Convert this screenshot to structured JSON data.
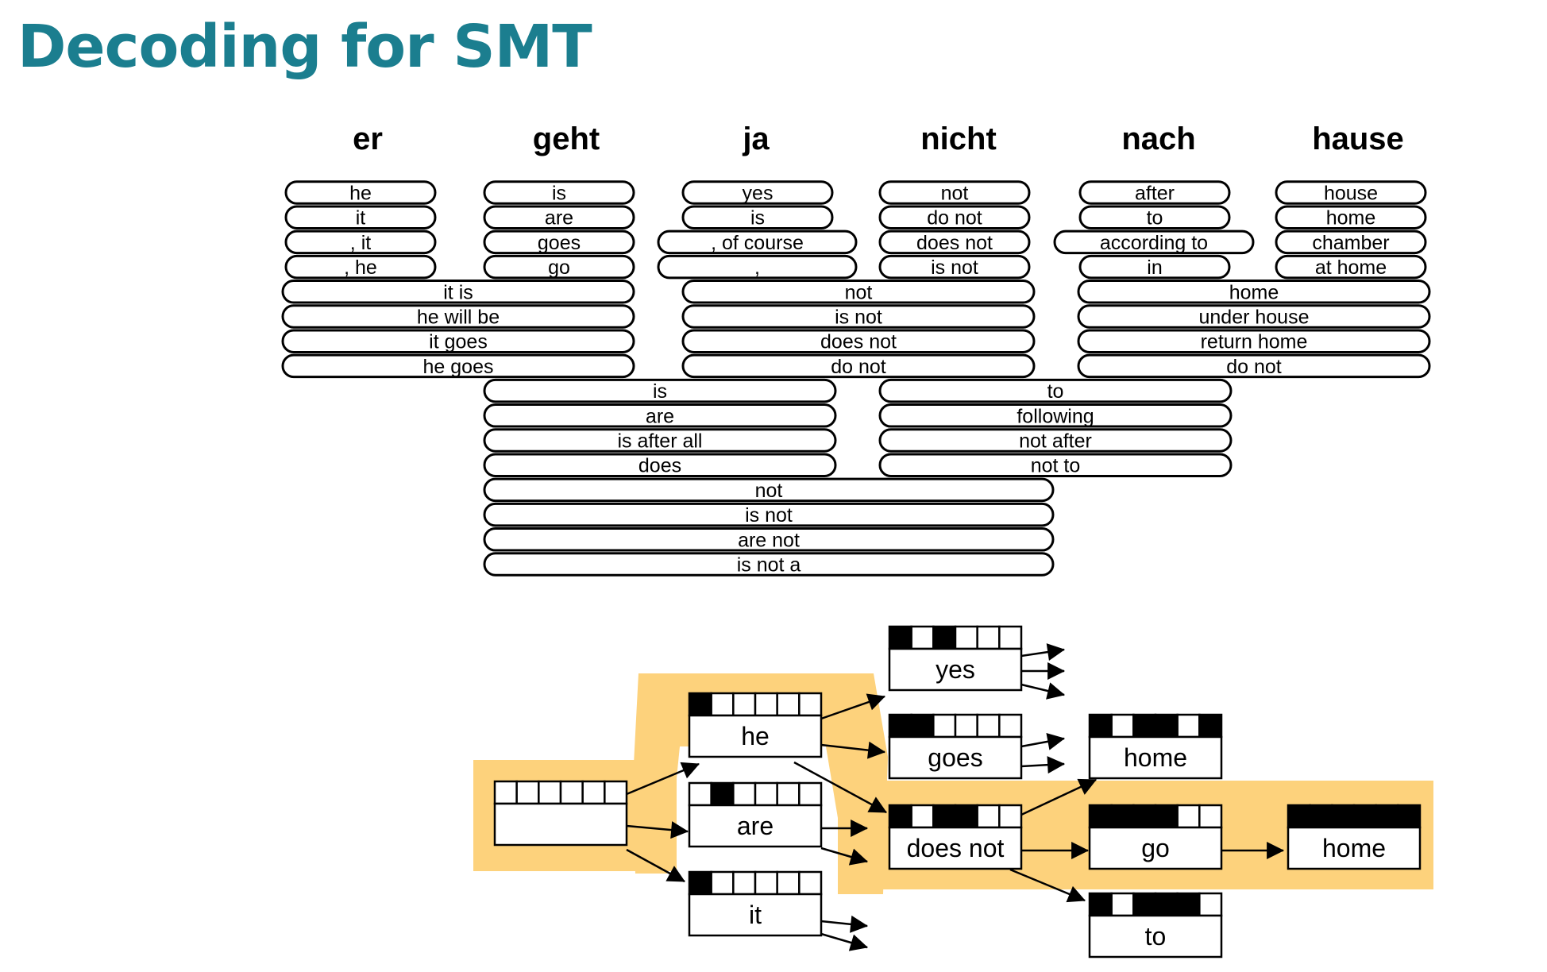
{
  "title": "Decoding for SMT",
  "colors": {
    "title": "#1b7e8f",
    "highlight": "#fdd27c",
    "ink": "#000000"
  },
  "source_words": [
    "er",
    "geht",
    "ja",
    "nicht",
    "nach",
    "hause"
  ],
  "phrase_options": [
    {
      "id": "er-0",
      "span": [
        0,
        0
      ],
      "text": "he"
    },
    {
      "id": "er-1",
      "span": [
        0,
        0
      ],
      "text": "it"
    },
    {
      "id": "er-2",
      "span": [
        0,
        0
      ],
      "text": ", it"
    },
    {
      "id": "er-3",
      "span": [
        0,
        0
      ],
      "text": ", he"
    },
    {
      "id": "geht-0",
      "span": [
        1,
        1
      ],
      "text": "is"
    },
    {
      "id": "geht-1",
      "span": [
        1,
        1
      ],
      "text": "are"
    },
    {
      "id": "geht-2",
      "span": [
        1,
        1
      ],
      "text": "goes"
    },
    {
      "id": "geht-3",
      "span": [
        1,
        1
      ],
      "text": "go"
    },
    {
      "id": "ja-0",
      "span": [
        2,
        2
      ],
      "text": "yes"
    },
    {
      "id": "ja-1",
      "span": [
        2,
        2
      ],
      "text": "is"
    },
    {
      "id": "ja-2",
      "span": [
        2,
        2
      ],
      "text": ", of course"
    },
    {
      "id": "ja-3",
      "span": [
        2,
        2
      ],
      "text": ","
    },
    {
      "id": "nicht-0",
      "span": [
        3,
        3
      ],
      "text": "not"
    },
    {
      "id": "nicht-1",
      "span": [
        3,
        3
      ],
      "text": "do not"
    },
    {
      "id": "nicht-2",
      "span": [
        3,
        3
      ],
      "text": "does not"
    },
    {
      "id": "nicht-3",
      "span": [
        3,
        3
      ],
      "text": "is not"
    },
    {
      "id": "nach-0",
      "span": [
        4,
        4
      ],
      "text": "after"
    },
    {
      "id": "nach-1",
      "span": [
        4,
        4
      ],
      "text": "to"
    },
    {
      "id": "nach-2",
      "span": [
        4,
        4
      ],
      "text": "according to"
    },
    {
      "id": "nach-3",
      "span": [
        4,
        4
      ],
      "text": "in"
    },
    {
      "id": "hause-0",
      "span": [
        5,
        5
      ],
      "text": "house"
    },
    {
      "id": "hause-1",
      "span": [
        5,
        5
      ],
      "text": "home"
    },
    {
      "id": "hause-2",
      "span": [
        5,
        5
      ],
      "text": "chamber"
    },
    {
      "id": "hause-3",
      "span": [
        5,
        5
      ],
      "text": "at home"
    },
    {
      "id": "er-geht-0",
      "span": [
        0,
        1
      ],
      "text": "it is"
    },
    {
      "id": "er-geht-1",
      "span": [
        0,
        1
      ],
      "text": "he will be"
    },
    {
      "id": "er-geht-2",
      "span": [
        0,
        1
      ],
      "text": "it goes"
    },
    {
      "id": "er-geht-3",
      "span": [
        0,
        1
      ],
      "text": "he goes"
    },
    {
      "id": "ja-nicht-0",
      "span": [
        2,
        3
      ],
      "text": "not"
    },
    {
      "id": "ja-nicht-1",
      "span": [
        2,
        3
      ],
      "text": "is not"
    },
    {
      "id": "ja-nicht-2",
      "span": [
        2,
        3
      ],
      "text": "does not"
    },
    {
      "id": "ja-nicht-3",
      "span": [
        2,
        3
      ],
      "text": "do not"
    },
    {
      "id": "nach-hause-0",
      "span": [
        4,
        5
      ],
      "text": "home"
    },
    {
      "id": "nach-hause-1",
      "span": [
        4,
        5
      ],
      "text": "under house"
    },
    {
      "id": "nach-hause-2",
      "span": [
        4,
        5
      ],
      "text": "return home"
    },
    {
      "id": "nach-hause-3",
      "span": [
        4,
        5
      ],
      "text": "do not"
    },
    {
      "id": "geht-ja-0",
      "span": [
        1,
        2
      ],
      "text": "is"
    },
    {
      "id": "geht-ja-1",
      "span": [
        1,
        2
      ],
      "text": "are"
    },
    {
      "id": "geht-ja-2",
      "span": [
        1,
        2
      ],
      "text": "is after all"
    },
    {
      "id": "geht-ja-3",
      "span": [
        1,
        2
      ],
      "text": "does"
    },
    {
      "id": "nicht-nach-0",
      "span": [
        3,
        4
      ],
      "text": "to"
    },
    {
      "id": "nicht-nach-1",
      "span": [
        3,
        4
      ],
      "text": "following"
    },
    {
      "id": "nicht-nach-2",
      "span": [
        3,
        4
      ],
      "text": "not after"
    },
    {
      "id": "nicht-nach-3",
      "span": [
        3,
        4
      ],
      "text": "not to"
    },
    {
      "id": "geht-ja-nicht-0",
      "span": [
        1,
        3
      ],
      "text": "not"
    },
    {
      "id": "geht-ja-nicht-1",
      "span": [
        1,
        3
      ],
      "text": "is not"
    },
    {
      "id": "geht-ja-nicht-2",
      "span": [
        1,
        3
      ],
      "text": "are not"
    },
    {
      "id": "geht-ja-nicht-3",
      "span": [
        1,
        3
      ],
      "text": "is not a"
    }
  ],
  "search_graph": {
    "nodes": [
      {
        "id": "start",
        "label": "",
        "coverage": [
          0,
          0,
          0,
          0,
          0,
          0
        ]
      },
      {
        "id": "he",
        "label": "he",
        "coverage": [
          1,
          0,
          0,
          0,
          0,
          0
        ]
      },
      {
        "id": "are",
        "label": "are",
        "coverage": [
          0,
          1,
          0,
          0,
          0,
          0
        ]
      },
      {
        "id": "it",
        "label": "it",
        "coverage": [
          1,
          0,
          0,
          0,
          0,
          0
        ]
      },
      {
        "id": "yes",
        "label": "yes",
        "coverage": [
          1,
          0,
          1,
          0,
          0,
          0
        ]
      },
      {
        "id": "goes",
        "label": "goes",
        "coverage": [
          1,
          1,
          0,
          0,
          0,
          0
        ]
      },
      {
        "id": "does-not",
        "label": "does not",
        "coverage": [
          1,
          0,
          1,
          1,
          0,
          0
        ]
      },
      {
        "id": "home1",
        "label": "home",
        "coverage": [
          1,
          0,
          1,
          1,
          0,
          1
        ]
      },
      {
        "id": "go",
        "label": "go",
        "coverage": [
          1,
          1,
          1,
          1,
          0,
          0
        ]
      },
      {
        "id": "to",
        "label": "to",
        "coverage": [
          1,
          0,
          1,
          1,
          1,
          0
        ]
      },
      {
        "id": "home2",
        "label": "home",
        "coverage": [
          1,
          1,
          1,
          1,
          1,
          1
        ]
      }
    ],
    "edges": [
      {
        "from": "start",
        "to": "he"
      },
      {
        "from": "start",
        "to": "are"
      },
      {
        "from": "start",
        "to": "it"
      },
      {
        "from": "he",
        "to": "yes"
      },
      {
        "from": "he",
        "to": "goes"
      },
      {
        "from": "he",
        "to": "does-not"
      },
      {
        "from": "does-not",
        "to": "home1"
      },
      {
        "from": "does-not",
        "to": "go"
      },
      {
        "from": "does-not",
        "to": "to"
      },
      {
        "from": "go",
        "to": "home2"
      }
    ]
  }
}
